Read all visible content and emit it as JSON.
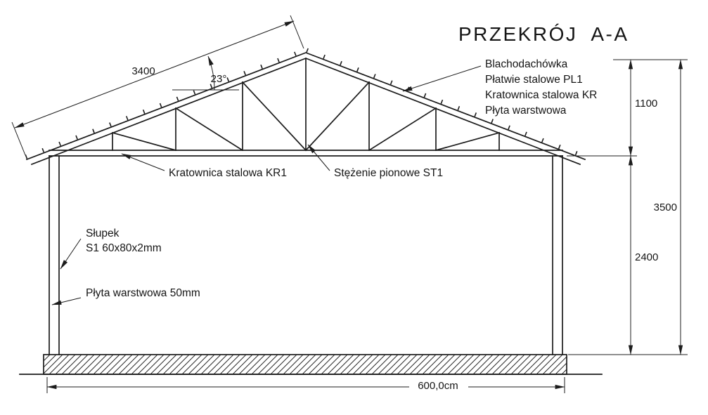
{
  "title": "PRZEKRÓJ  A-A",
  "labels": {
    "roof_stack": [
      "Blachodachówka",
      "Płatwie stalowe PL1",
      "Kratownica stalowa KR",
      "Płyta warstwowa"
    ],
    "truss": "Kratownica stalowa KR1",
    "bracing": "Stężenie pionowe ST1",
    "post_line1": "Słupek",
    "post_line2": "S1 60x80x2mm",
    "wall_panel": "Płyta warstwowa 50mm"
  },
  "dimensions": {
    "roof_slope_length": "3400",
    "roof_angle": "23°",
    "roof_height": "1100",
    "wall_height": "2400",
    "total_height": "3500",
    "total_width": "600,0cm"
  },
  "colors": {
    "ink": "#1c1c1c",
    "background": "#ffffff"
  }
}
